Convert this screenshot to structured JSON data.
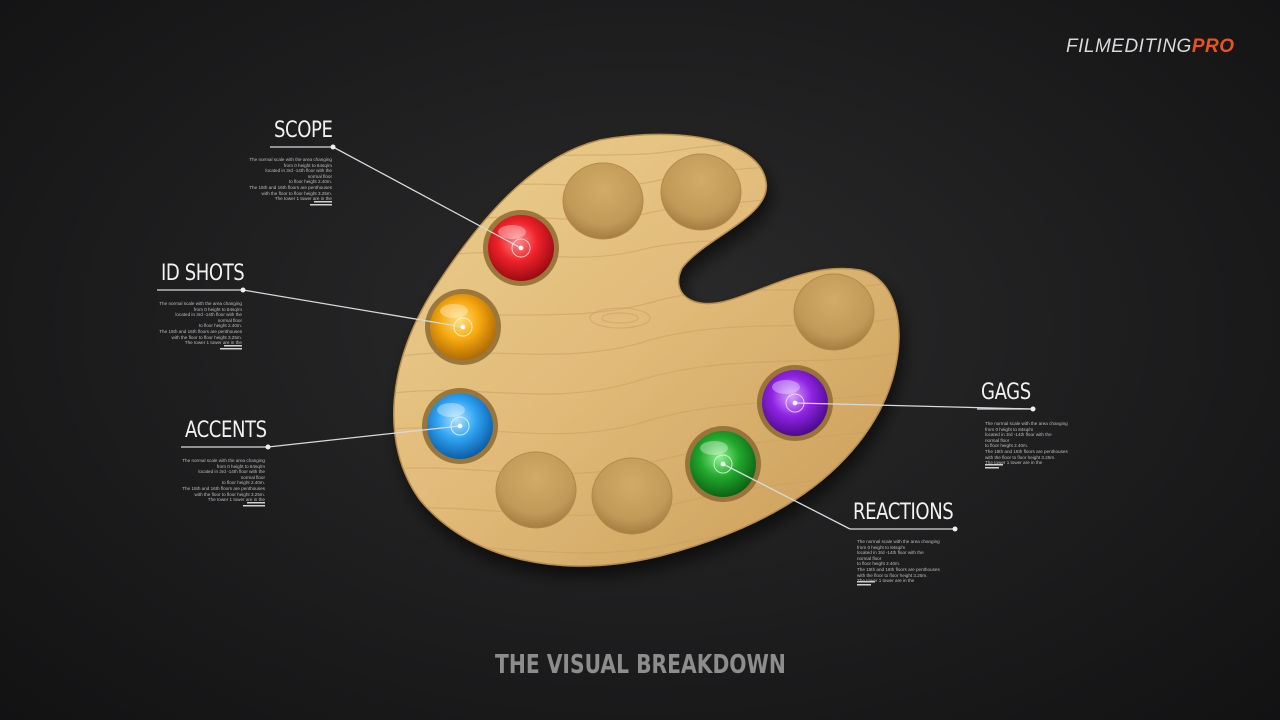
{
  "brand": {
    "part1": "FILM",
    "part2": "EDITING",
    "part3": "PRO",
    "accent_color": "#e8541d"
  },
  "footer_title": "THE VISUAL BREAKDOWN",
  "palette": {
    "wood_color": "#e2be7c",
    "paints": [
      {
        "id": "scope",
        "color": "#e8141f"
      },
      {
        "id": "id-shots",
        "color": "#f2a40b"
      },
      {
        "id": "accents",
        "color": "#2a9ef0"
      },
      {
        "id": "reactions",
        "color": "#1fa32a"
      },
      {
        "id": "gags",
        "color": "#8c1fe0"
      }
    ]
  },
  "callouts": {
    "scope": {
      "title": "SCOPE",
      "desc": "The normal scale with the area changing\nfrom 0 height to 84sq/m\nlocated in 3rd -14th floor with the\nnormal floor\nto floor height 2.40m.\nThe 15th and 16th floors are penthouses\nwith the floor to floor height 3.25m.\nThe tower 1 tower are in the"
    },
    "id_shots": {
      "title": "ID SHOTS",
      "desc": "The normal scale with the area changing\nfrom 0 height to 84sq/m\nlocated in 3rd -14th floor with the\nnormal floor\nto floor height 2.40m.\nThe 15th and 16th floors are penthouses\nwith the floor to floor height 3.25m.\nThe tower 1 tower are in the"
    },
    "accents": {
      "title": "ACCENTS",
      "desc": "The normal scale with the area changing\nfrom 0 height to 84sq/m\nlocated in 3rd -14th floor with the\nnormal floor\nto floor height 2.40m.\nThe 15th and 16th floors are penthouses\nwith the floor to floor height 3.25m.\nThe tower 1 tower are in the"
    },
    "gags": {
      "title": "GAGS",
      "desc": "The normal scale with the area changing\nfrom 0 height to 84sq/m\nlocated in 3rd -14th floor with the\nnormal floor\nto floor height 2.40m.\nThe 15th and 16th floors are penthouses\nwith the floor to floor height 3.25m.\nThe tower 1 tower are in the"
    },
    "reactions": {
      "title": "REACTIONS",
      "desc": "The normal scale with the area changing\nfrom 0 height to 84sq/m\nlocated in 3rd -14th floor with the\nnormal floor\nto floor height 2.40m.\nThe 15th and 16th floors are penthouses\nwith the floor to floor height 3.25m.\nThe tower 1 tower are in the"
    }
  }
}
